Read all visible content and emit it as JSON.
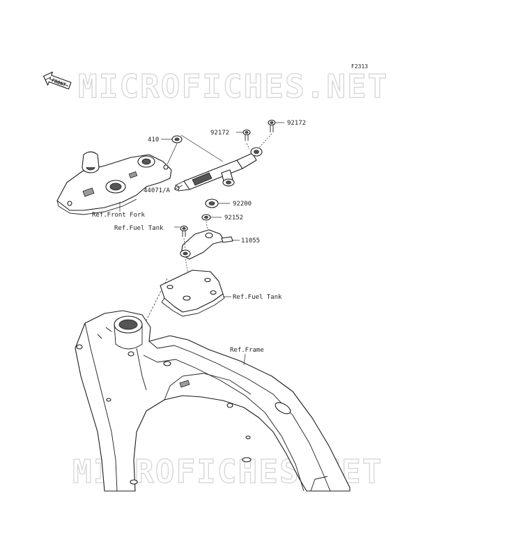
{
  "figure_code": "F2313",
  "watermark": "MICROFICHES.NET",
  "front_badge": "FRONT",
  "labels": {
    "p410": "410",
    "p92172_a": "92172",
    "p92172_b": "92172",
    "p44071": "44071/A",
    "p92200": "92200",
    "p92152": "92152",
    "p11055": "11055",
    "ref_front_fork": "Ref.Front Fork",
    "ref_fuel_tank_1": "Ref.Fuel Tank",
    "ref_fuel_tank_2": "Ref.Fuel Tank",
    "ref_frame": "Ref.Frame"
  }
}
